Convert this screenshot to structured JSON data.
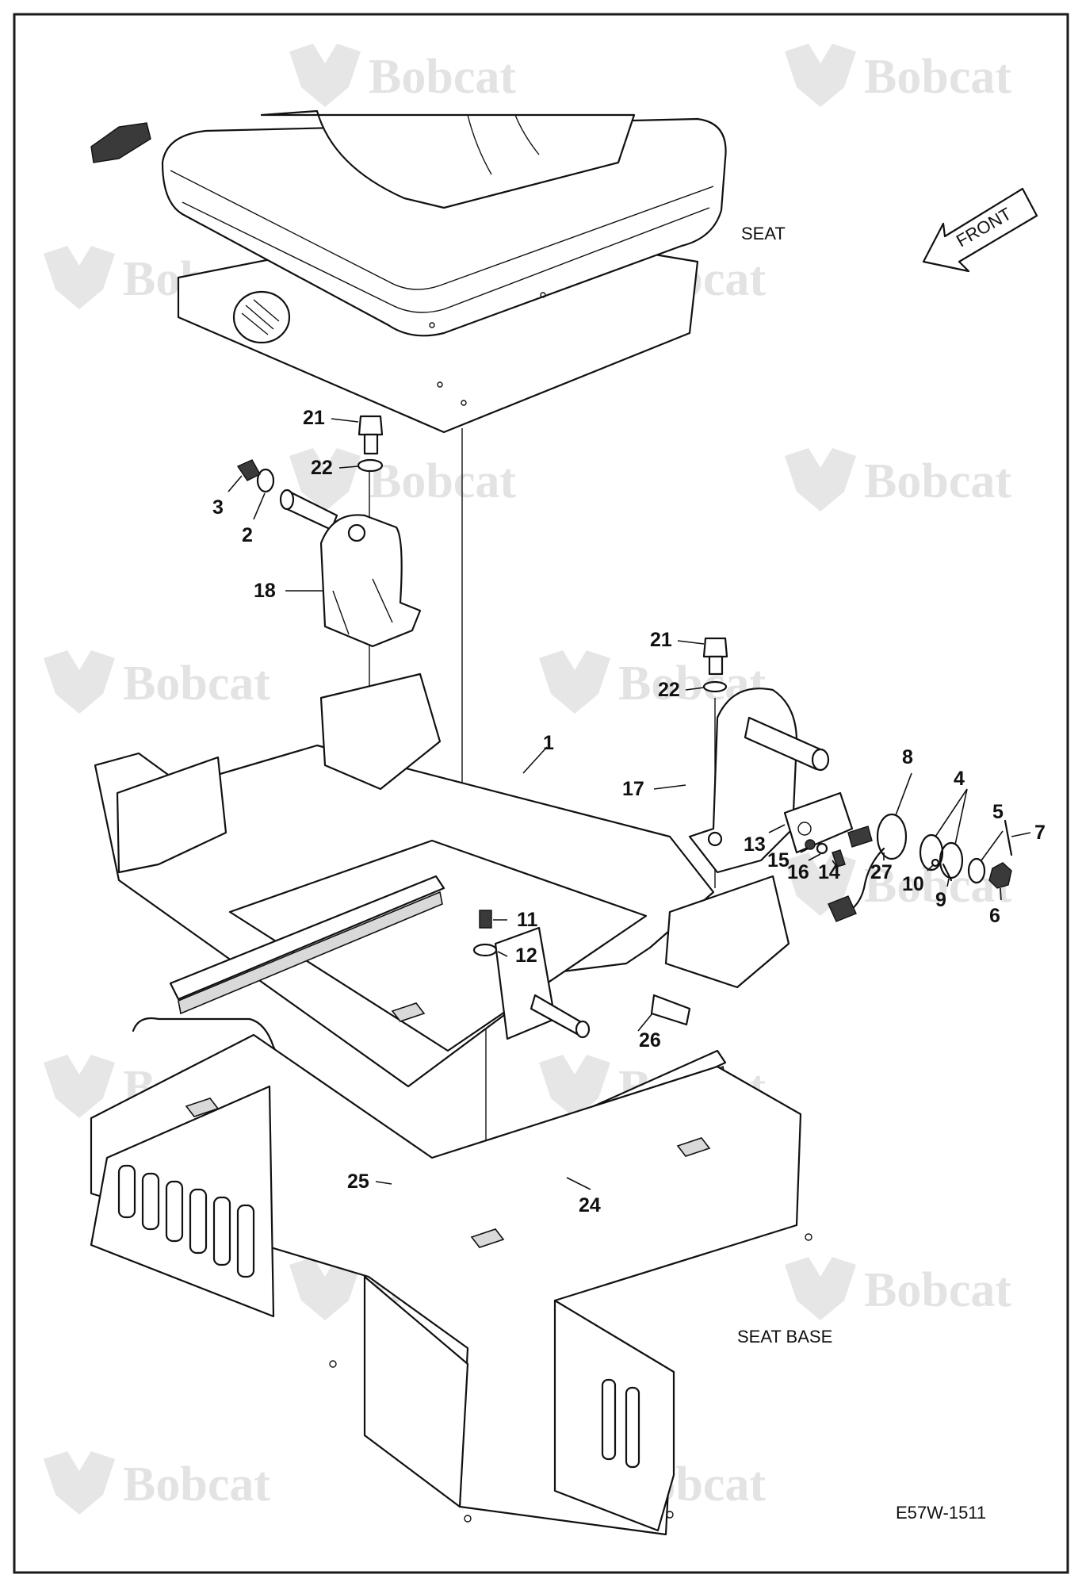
{
  "watermark": {
    "brand": "Bobcat",
    "mark": "."
  },
  "labels": {
    "seat": "SEAT",
    "seat_base": "SEAT BASE",
    "front": "FRONT",
    "drawing_number": "E57W-1511"
  },
  "callouts": [
    "1",
    "2",
    "3",
    "4",
    "5",
    "6",
    "7",
    "8",
    "9",
    "10",
    "11",
    "12",
    "13",
    "14",
    "15",
    "16",
    "17",
    "18",
    "21",
    "22",
    "21",
    "22",
    "24",
    "25",
    "26",
    "27"
  ],
  "icons": {
    "front_arrow": "front-arrow-icon",
    "watermark_logo": "bobcat-logo-icon"
  },
  "colors": {
    "line": "#111111",
    "watermark": "#e3e3e3",
    "background": "#ffffff"
  }
}
